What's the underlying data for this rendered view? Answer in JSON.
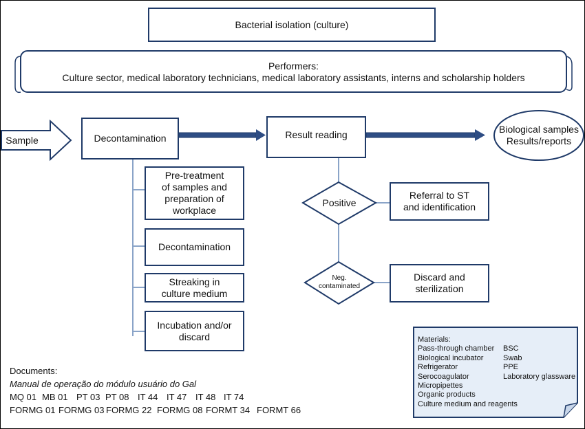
{
  "title": "Bacterial isolation (culture)",
  "performers": {
    "heading": "Performers:",
    "text": "Culture sector, medical laboratory technicians, medical laboratory assistants, interns and scholarship holders"
  },
  "nodes": {
    "sample": "Sample",
    "decontamination": "Decontamination",
    "result_reading": "Result reading",
    "output_line1": "Biological samples",
    "output_line2": "Results/reports",
    "positive": "Positive",
    "neg_line1": "Neg.",
    "neg_line2": "contaminated",
    "referral_line1": "Referral to ST",
    "referral_line2": "and identification",
    "discard_line1": "Discard and",
    "discard_line2": "sterilization"
  },
  "substeps": [
    [
      "Pre-treatment",
      "of samples and",
      "preparation of",
      "workplace"
    ],
    [
      "Decontamination"
    ],
    [
      "Streaking in",
      "culture medium"
    ],
    [
      "Incubation and/or",
      "discard"
    ]
  ],
  "documents": {
    "heading": "Documents:",
    "manual": "Manual de operação do módulo usuário do Gal",
    "codes_row1": [
      "MQ 01",
      "MB 01",
      "PT 03",
      "PT 08",
      "IT 44",
      "IT 47",
      "IT 48",
      "IT 74"
    ],
    "codes_row2": [
      "FORMG 01",
      "FORMG 03",
      "FORMG 22",
      "FORMG 08",
      "FORMT 34",
      "FORMT 66"
    ]
  },
  "materials": {
    "heading": "Materials:",
    "rows": [
      [
        "Pass-through chamber",
        "BSC"
      ],
      [
        "Biological incubator",
        "Swab"
      ],
      [
        "Refrigerator",
        "PPE"
      ],
      [
        "Serocoagulator",
        "Laboratory glassware"
      ],
      [
        "Micropipettes",
        ""
      ],
      [
        "Organic products",
        ""
      ],
      [
        "Culture medium and reagents",
        ""
      ]
    ]
  },
  "colors": {
    "stroke": "#1f3a68",
    "arrow_fill": "#2e4d84",
    "connector": "#8aa4c8",
    "note_fill": "#e6eef8"
  }
}
